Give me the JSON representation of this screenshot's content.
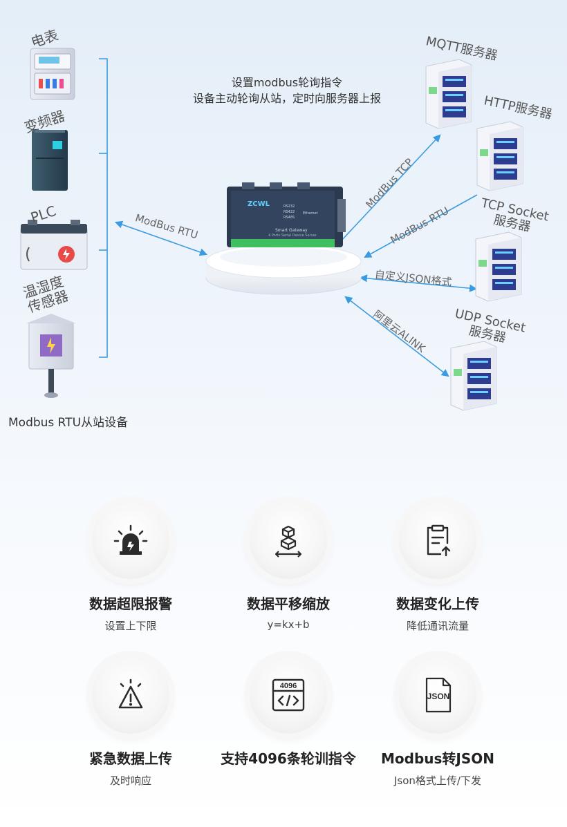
{
  "diagram": {
    "left_devices": [
      "电表",
      "变频器",
      "PLC",
      "温湿度\n传感器"
    ],
    "left_caption": "Modbus RTU从站设备",
    "center_text_line1": "设置modbus轮询指令",
    "center_text_line2": "设备主动轮询从站，定时向服务器上报",
    "left_link_label": "ModBus RTU",
    "servers": [
      {
        "name": "MQTT服务器",
        "protocol": "ModBus TCP"
      },
      {
        "name": "HTTP服务器",
        "protocol": "ModBus RTU"
      },
      {
        "name": "TCP Socket\n服务器",
        "protocol": "自定义JSON格式"
      },
      {
        "name": "UDP Socket\n服务器",
        "protocol": "阿里云ALINK"
      }
    ],
    "gateway": {
      "brand": "ZCWL",
      "model": "Smart Gateway",
      "subtitle": "4 Ports Serial Device Server",
      "ports": [
        "RS232",
        "RS422",
        "RS485"
      ],
      "port_out": "Ethernet"
    }
  },
  "features": [
    {
      "title": "数据超限报警",
      "sub": "设置上下限",
      "icon": "siren-alarm-icon"
    },
    {
      "title": "数据平移缩放",
      "sub": "y=kx+b",
      "icon": "scale-box-icon"
    },
    {
      "title": "数据变化上传",
      "sub": "降低通讯流量",
      "icon": "clipboard-upload-icon"
    },
    {
      "title": "紧急数据上传",
      "sub": "及时响应",
      "icon": "warning-triangle-icon"
    },
    {
      "title": "支持4096条轮训指令",
      "sub": "",
      "icon": "code-4096-icon",
      "icon_text": "4096"
    },
    {
      "title": "Modbus转JSON",
      "sub": "Json格式上传/下发",
      "icon": "json-file-icon",
      "icon_text": "JSON"
    }
  ]
}
